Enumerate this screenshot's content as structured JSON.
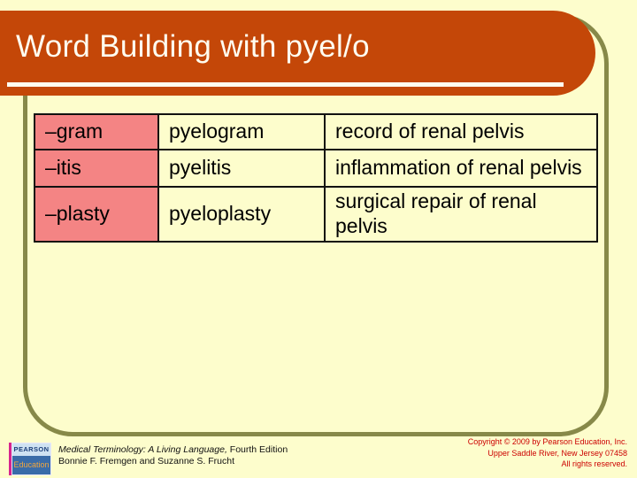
{
  "slide": {
    "title": "Word Building with pyel/o",
    "colors": {
      "banner": "#c44708",
      "frame_border": "#878949",
      "background": "#fdfdcc",
      "suffix_cell": "#f48484",
      "copyright_text": "#cc0000",
      "title_text": "#fffdf0"
    }
  },
  "table": {
    "rows": [
      {
        "suffix": "–gram",
        "term": "pyelogram",
        "definition": "record of renal pelvis"
      },
      {
        "suffix": "–itis",
        "term": "pyelitis",
        "definition": "inflammation of renal pelvis"
      },
      {
        "suffix": "–plasty",
        "term": "pyeloplasty",
        "definition": "surgical repair of renal pelvis"
      }
    ]
  },
  "footer": {
    "logo_brand": "PEARSON",
    "logo_division": "Education",
    "book_title": "Medical Terminology: A Living Language,",
    "book_edition": " Fourth Edition",
    "book_authors": "Bonnie F. Fremgen and Suzanne S. Frucht",
    "copyright_lines": [
      "Copyright © 2009 by Pearson Education, Inc.",
      "Upper Saddle River, New Jersey 07458",
      "All rights reserved."
    ]
  }
}
